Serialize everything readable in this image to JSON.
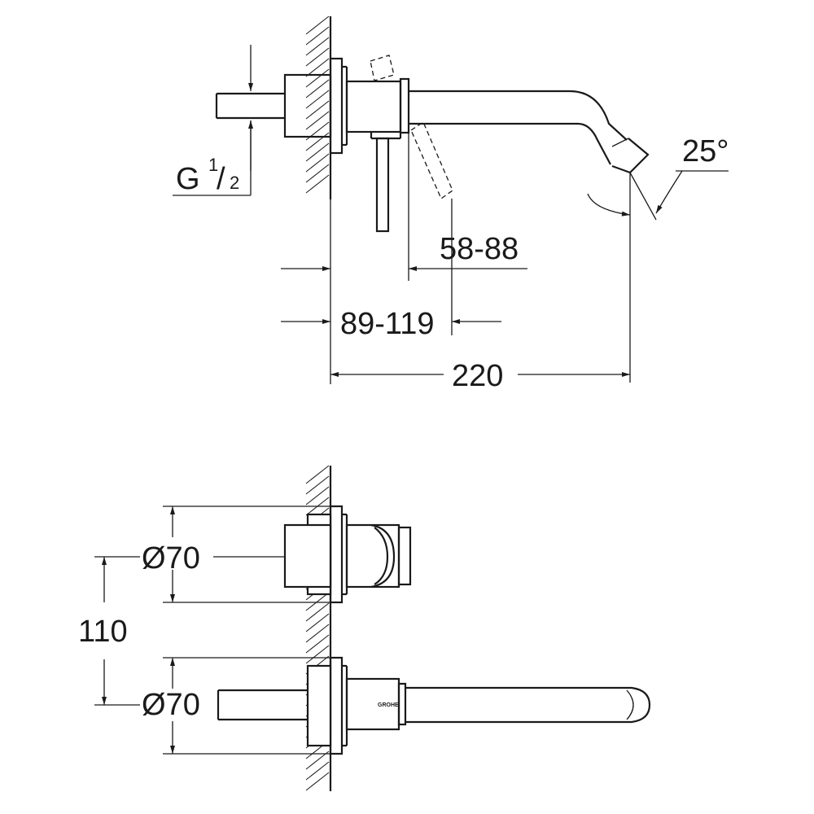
{
  "side_view": {
    "thread_main": "G",
    "thread_num": "1",
    "thread_den": "2",
    "angle": "25°",
    "depth_range": "58-88",
    "wall_depth_range": "89-119",
    "projection": "220"
  },
  "front_view": {
    "diameter_top": "Ø70",
    "diameter_bottom": "Ø70",
    "center_distance": "110"
  },
  "logo_text": "GROHE"
}
